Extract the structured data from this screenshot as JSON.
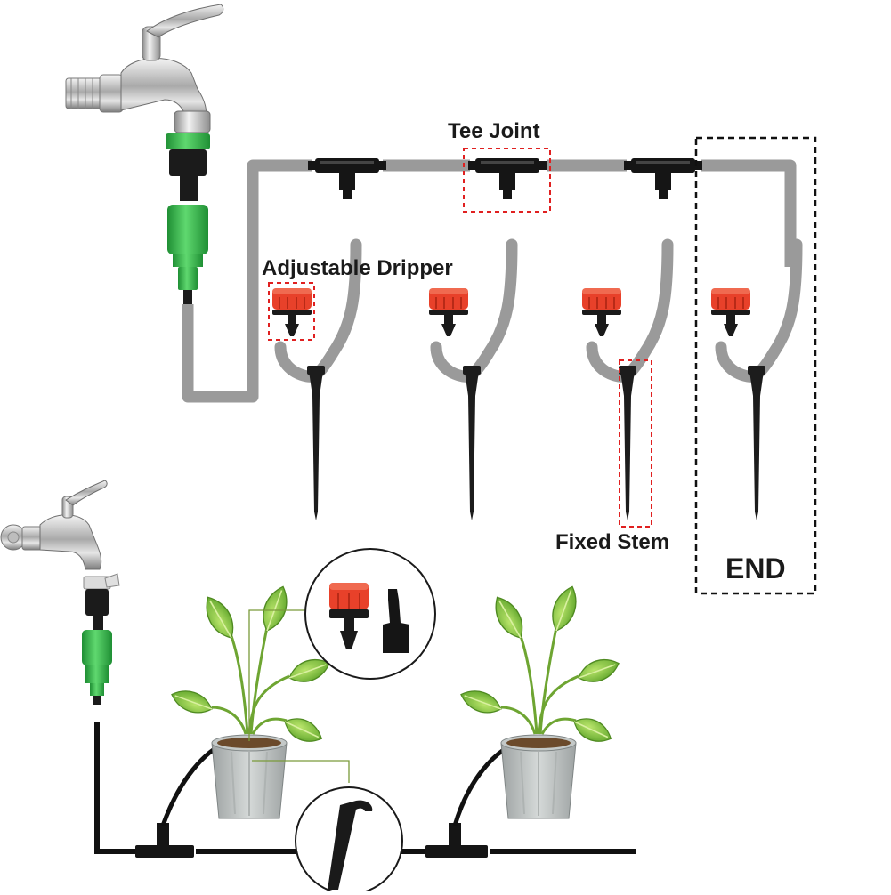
{
  "labels": {
    "tee_joint": "Tee Joint",
    "adjustable_dripper": "Adjustable Dripper",
    "fixed_stem": "Fixed Stem",
    "end": "END"
  },
  "colors": {
    "tube_gray": "#9a9a9a",
    "tube_black": "#111111",
    "dripper_red": "#e8412a",
    "connector_green": "#3dbd4f",
    "highlight_red": "#e02020",
    "leaf_green": "#7cc242"
  },
  "icons": [
    "faucet-icon",
    "hose-connector-icon",
    "tee-joint-icon",
    "dripper-icon",
    "stake-icon",
    "potted-plant-icon"
  ]
}
